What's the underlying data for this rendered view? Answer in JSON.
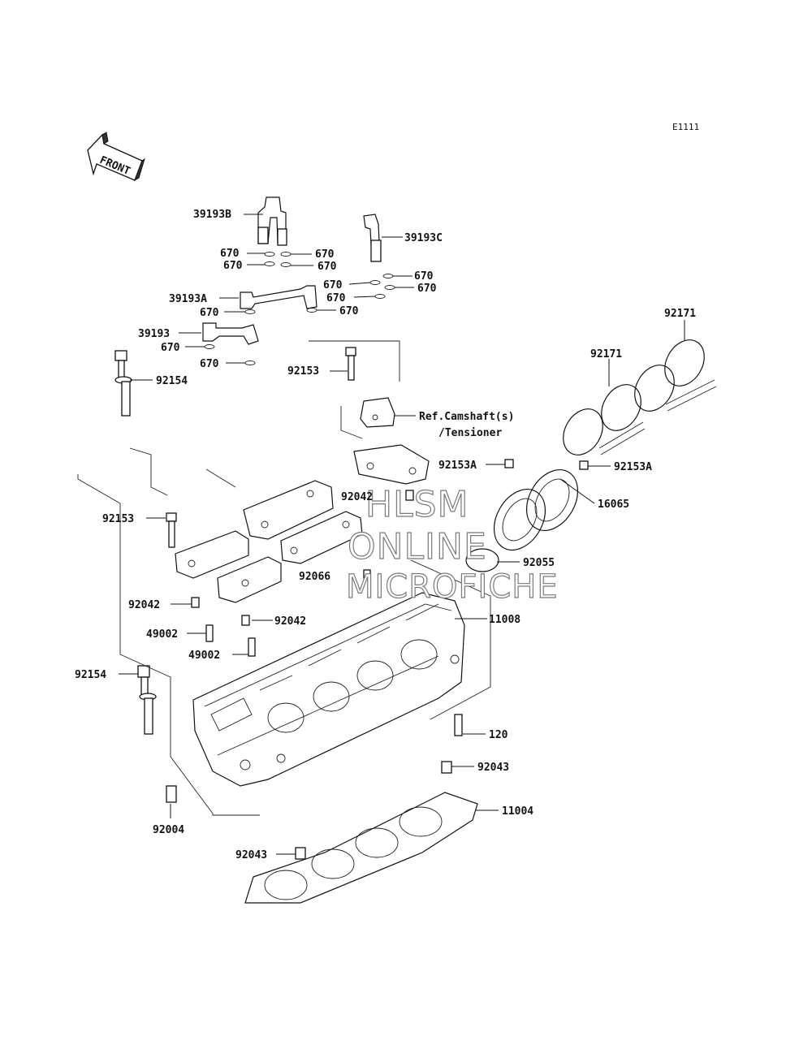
{
  "diagram_code": "E1111",
  "front_arrow_label": "FRONT",
  "reference_note": {
    "line1": "Ref.Camshaft(s)",
    "line2": "/Tensioner"
  },
  "watermark": {
    "line1": "HLSM",
    "line2": "ONLINE",
    "line3": "MICROFICHE"
  },
  "parts": [
    {
      "id": "p-39193b",
      "label": "39193B"
    },
    {
      "id": "p-39193c",
      "label": "39193C"
    },
    {
      "id": "p-670-a",
      "label": "670"
    },
    {
      "id": "p-670-b",
      "label": "670"
    },
    {
      "id": "p-670-c",
      "label": "670"
    },
    {
      "id": "p-670-d",
      "label": "670"
    },
    {
      "id": "p-670-e",
      "label": "670"
    },
    {
      "id": "p-670-f",
      "label": "670"
    },
    {
      "id": "p-670-g",
      "label": "670"
    },
    {
      "id": "p-670-h",
      "label": "670"
    },
    {
      "id": "p-670-i",
      "label": "670"
    },
    {
      "id": "p-670-j",
      "label": "670"
    },
    {
      "id": "p-670-k",
      "label": "670"
    },
    {
      "id": "p-670-l",
      "label": "670"
    },
    {
      "id": "p-39193a",
      "label": "39193A"
    },
    {
      "id": "p-39193",
      "label": "39193"
    },
    {
      "id": "p-92171-a",
      "label": "92171"
    },
    {
      "id": "p-92171-b",
      "label": "92171"
    },
    {
      "id": "p-92154-a",
      "label": "92154"
    },
    {
      "id": "p-92153-a",
      "label": "92153"
    },
    {
      "id": "p-92153a-a",
      "label": "92153A"
    },
    {
      "id": "p-92153a-b",
      "label": "92153A"
    },
    {
      "id": "p-92042-a",
      "label": "92042"
    },
    {
      "id": "p-16065",
      "label": "16065"
    },
    {
      "id": "p-92153-b",
      "label": "92153"
    },
    {
      "id": "p-92055",
      "label": "92055"
    },
    {
      "id": "p-92066",
      "label": "92066"
    },
    {
      "id": "p-92042-b",
      "label": "92042"
    },
    {
      "id": "p-11008",
      "label": "11008"
    },
    {
      "id": "p-92042-c",
      "label": "92042"
    },
    {
      "id": "p-49002-a",
      "label": "49002"
    },
    {
      "id": "p-49002-b",
      "label": "49002"
    },
    {
      "id": "p-92154-b",
      "label": "92154"
    },
    {
      "id": "p-120",
      "label": "120"
    },
    {
      "id": "p-92043-a",
      "label": "92043"
    },
    {
      "id": "p-11004",
      "label": "11004"
    },
    {
      "id": "p-92004",
      "label": "92004"
    },
    {
      "id": "p-92043-b",
      "label": "92043"
    }
  ]
}
